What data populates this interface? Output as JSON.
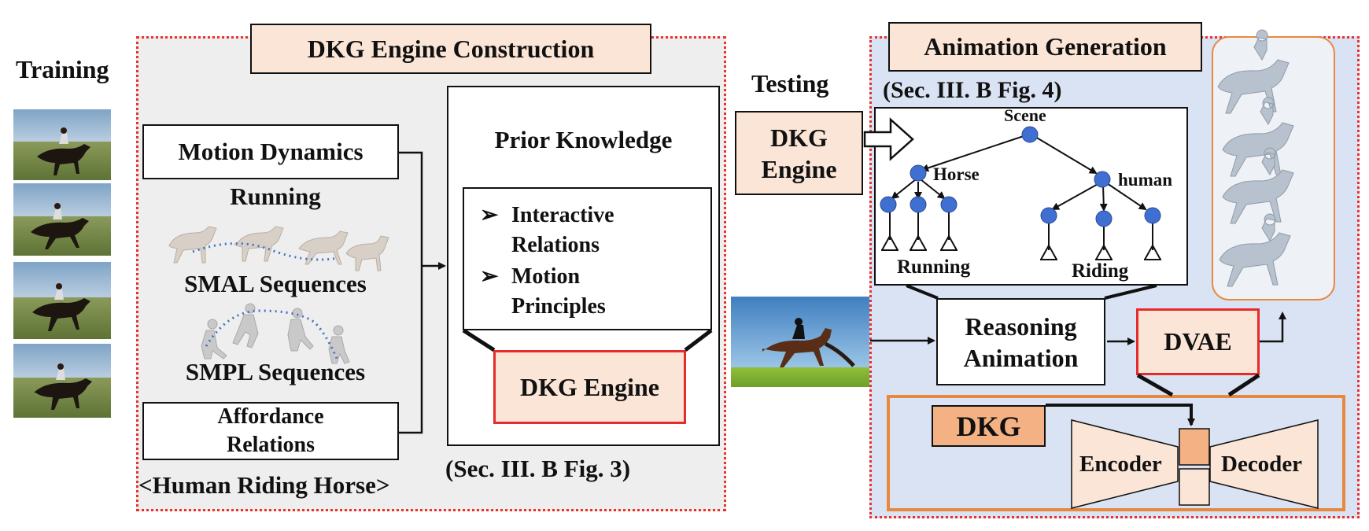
{
  "training": {
    "label": "Training"
  },
  "construction": {
    "title": "DKG Engine Construction",
    "motion_dynamics": "Motion Dynamics",
    "running": "Running",
    "smal": "SMAL Sequences",
    "smpl": "SMPL Sequences",
    "affordance_line1": "Affordance",
    "affordance_line2": "Relations",
    "bottom_label": "<Human Riding Horse>",
    "prior_knowledge": "Prior Knowledge",
    "bullets": [
      {
        "line1": "Interactive",
        "line2": "Relations"
      },
      {
        "line1": "Motion",
        "line2": "Principles"
      }
    ],
    "engine": "DKG Engine",
    "section_ref": "(Sec. III. B Fig. 3)"
  },
  "testing": {
    "label": "Testing",
    "engine_line1": "DKG",
    "engine_line2": "Engine"
  },
  "generation": {
    "title": "Animation Generation",
    "section_ref": "(Sec. III. B Fig. 4)",
    "tree": {
      "root": "Scene",
      "left": "Horse",
      "right": "human",
      "left_sub": "Running",
      "right_sub": "Riding"
    },
    "reasoning_line1": "Reasoning",
    "reasoning_line2": "Animation",
    "dvae": "DVAE",
    "dkg": "DKG",
    "encoder": "Encoder",
    "decoder": "Decoder"
  },
  "colors": {
    "peach": "#fbe5d6",
    "panel_gray": "#eeeeee",
    "panel_blue": "#dae3f3",
    "red_dotted": "#e8322c",
    "red_box": "#e52b2b",
    "orange": "#e8883f",
    "dkg_fill": "#f4b183",
    "node_blue": "#3f6fd0"
  }
}
